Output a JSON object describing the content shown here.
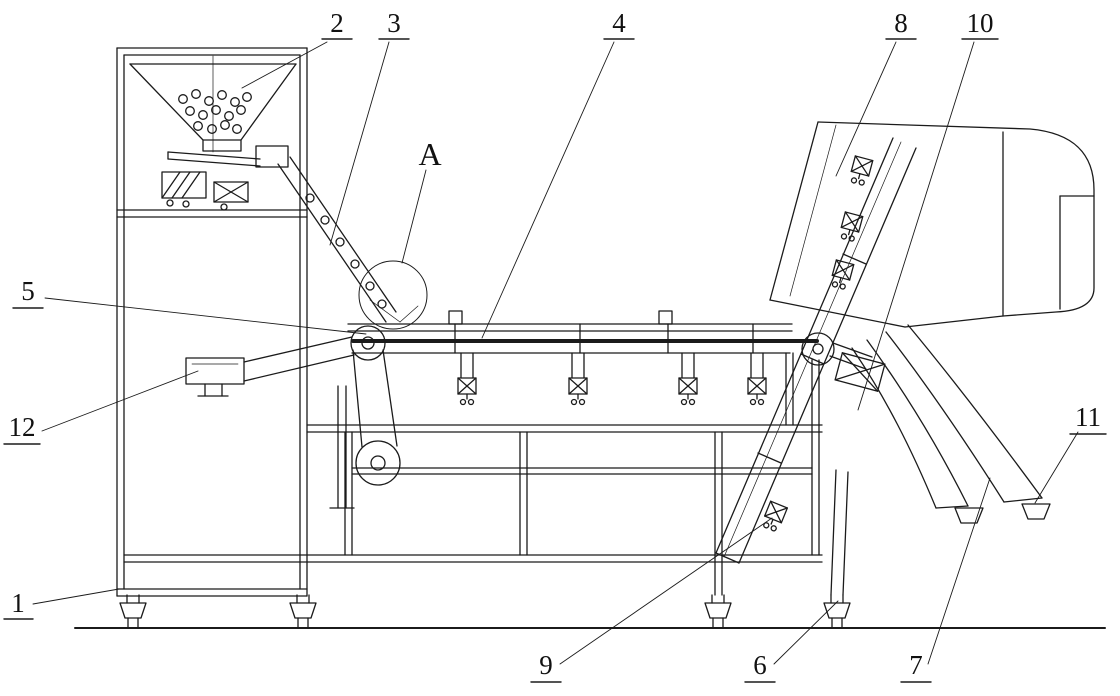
{
  "drawing": {
    "background_color": "#ffffff",
    "line_color": "#1b1b1b"
  },
  "labels": {
    "n1": "1",
    "n2": "2",
    "n3": "3",
    "n4": "4",
    "n5": "5",
    "n6": "6",
    "n7": "7",
    "n8": "8",
    "n9": "9",
    "n10": "10",
    "n11": "11",
    "n12": "12",
    "A": "A"
  }
}
